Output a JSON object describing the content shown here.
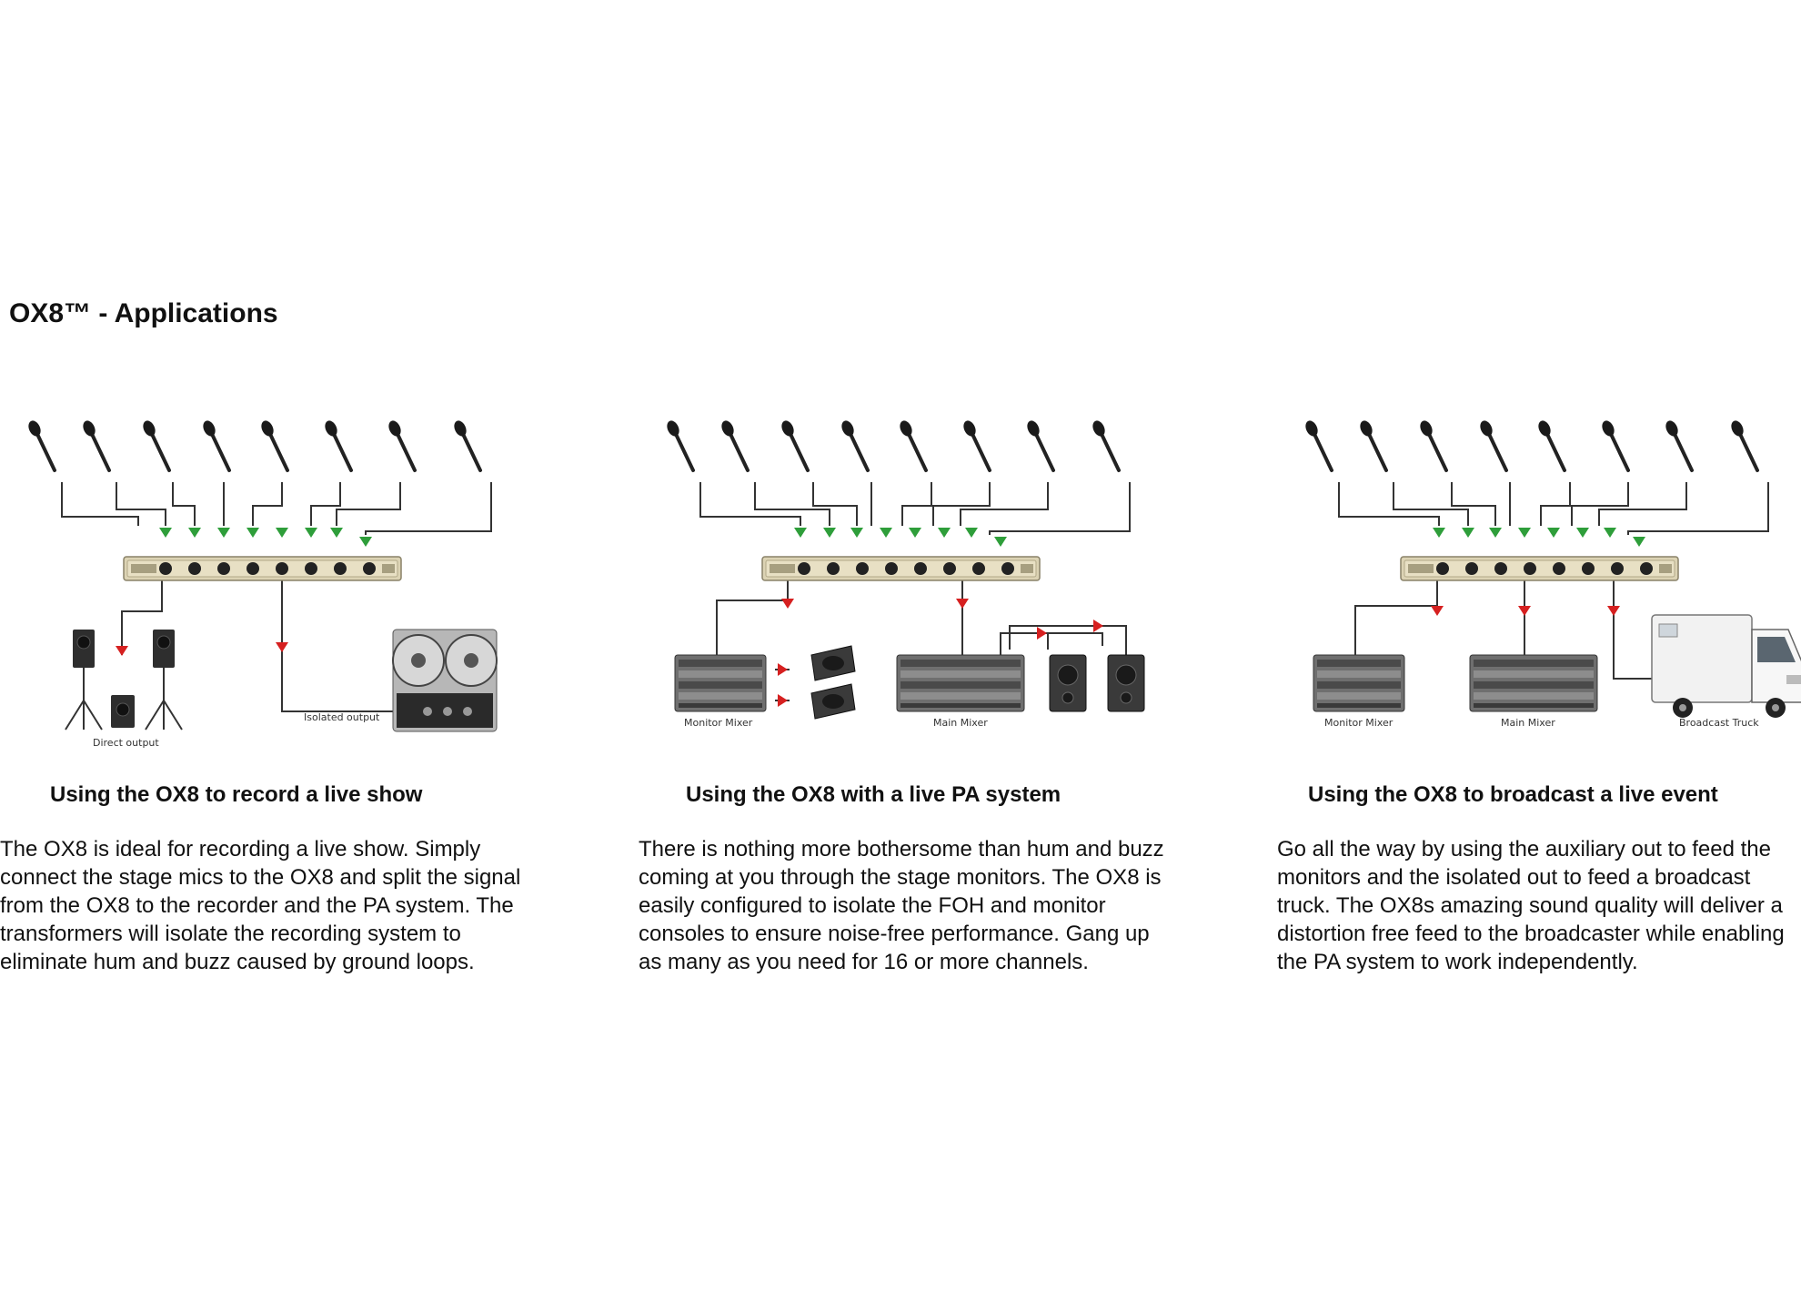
{
  "page": {
    "title": "OX8™ - Applications"
  },
  "panels": [
    {
      "title": "Using the OX8 to record a live show",
      "text": "The OX8 is ideal for recording a live show. Simply connect the stage mics to the OX8 and split the signal from the OX8 to the recorder and the PA system. The transformers will isolate the recording system to eliminate hum and buzz caused by ground loops.",
      "captions": {
        "direct": "Direct output",
        "isolated": "Isolated output"
      }
    },
    {
      "title": "Using the OX8 with a live PA system",
      "text": "There is nothing more bothersome than hum and buzz coming at you through the stage monitors. The OX8 is easily configured to isolate the FOH and monitor consoles to ensure noise-free performance. Gang up as many as you need for 16 or more channels.",
      "captions": {
        "monitor": "Monitor Mixer",
        "main": "Main Mixer"
      }
    },
    {
      "title": "Using the OX8 to broadcast a live event",
      "text": "Go all the way by using the auxiliary out to feed the monitors and the isolated out to feed a broadcast truck. The OX8s amazing sound quality will deliver a distortion free feed to the broadcaster while enabling the PA system to work independently.",
      "captions": {
        "monitor": "Monitor Mixer",
        "main": "Main Mixer",
        "truck": "Broadcast Truck"
      }
    }
  ],
  "colors": {
    "wire": "#333333",
    "arrow_in": "#2e9e3a",
    "arrow_out": "#d62020",
    "rack": "#d8cfb0"
  }
}
